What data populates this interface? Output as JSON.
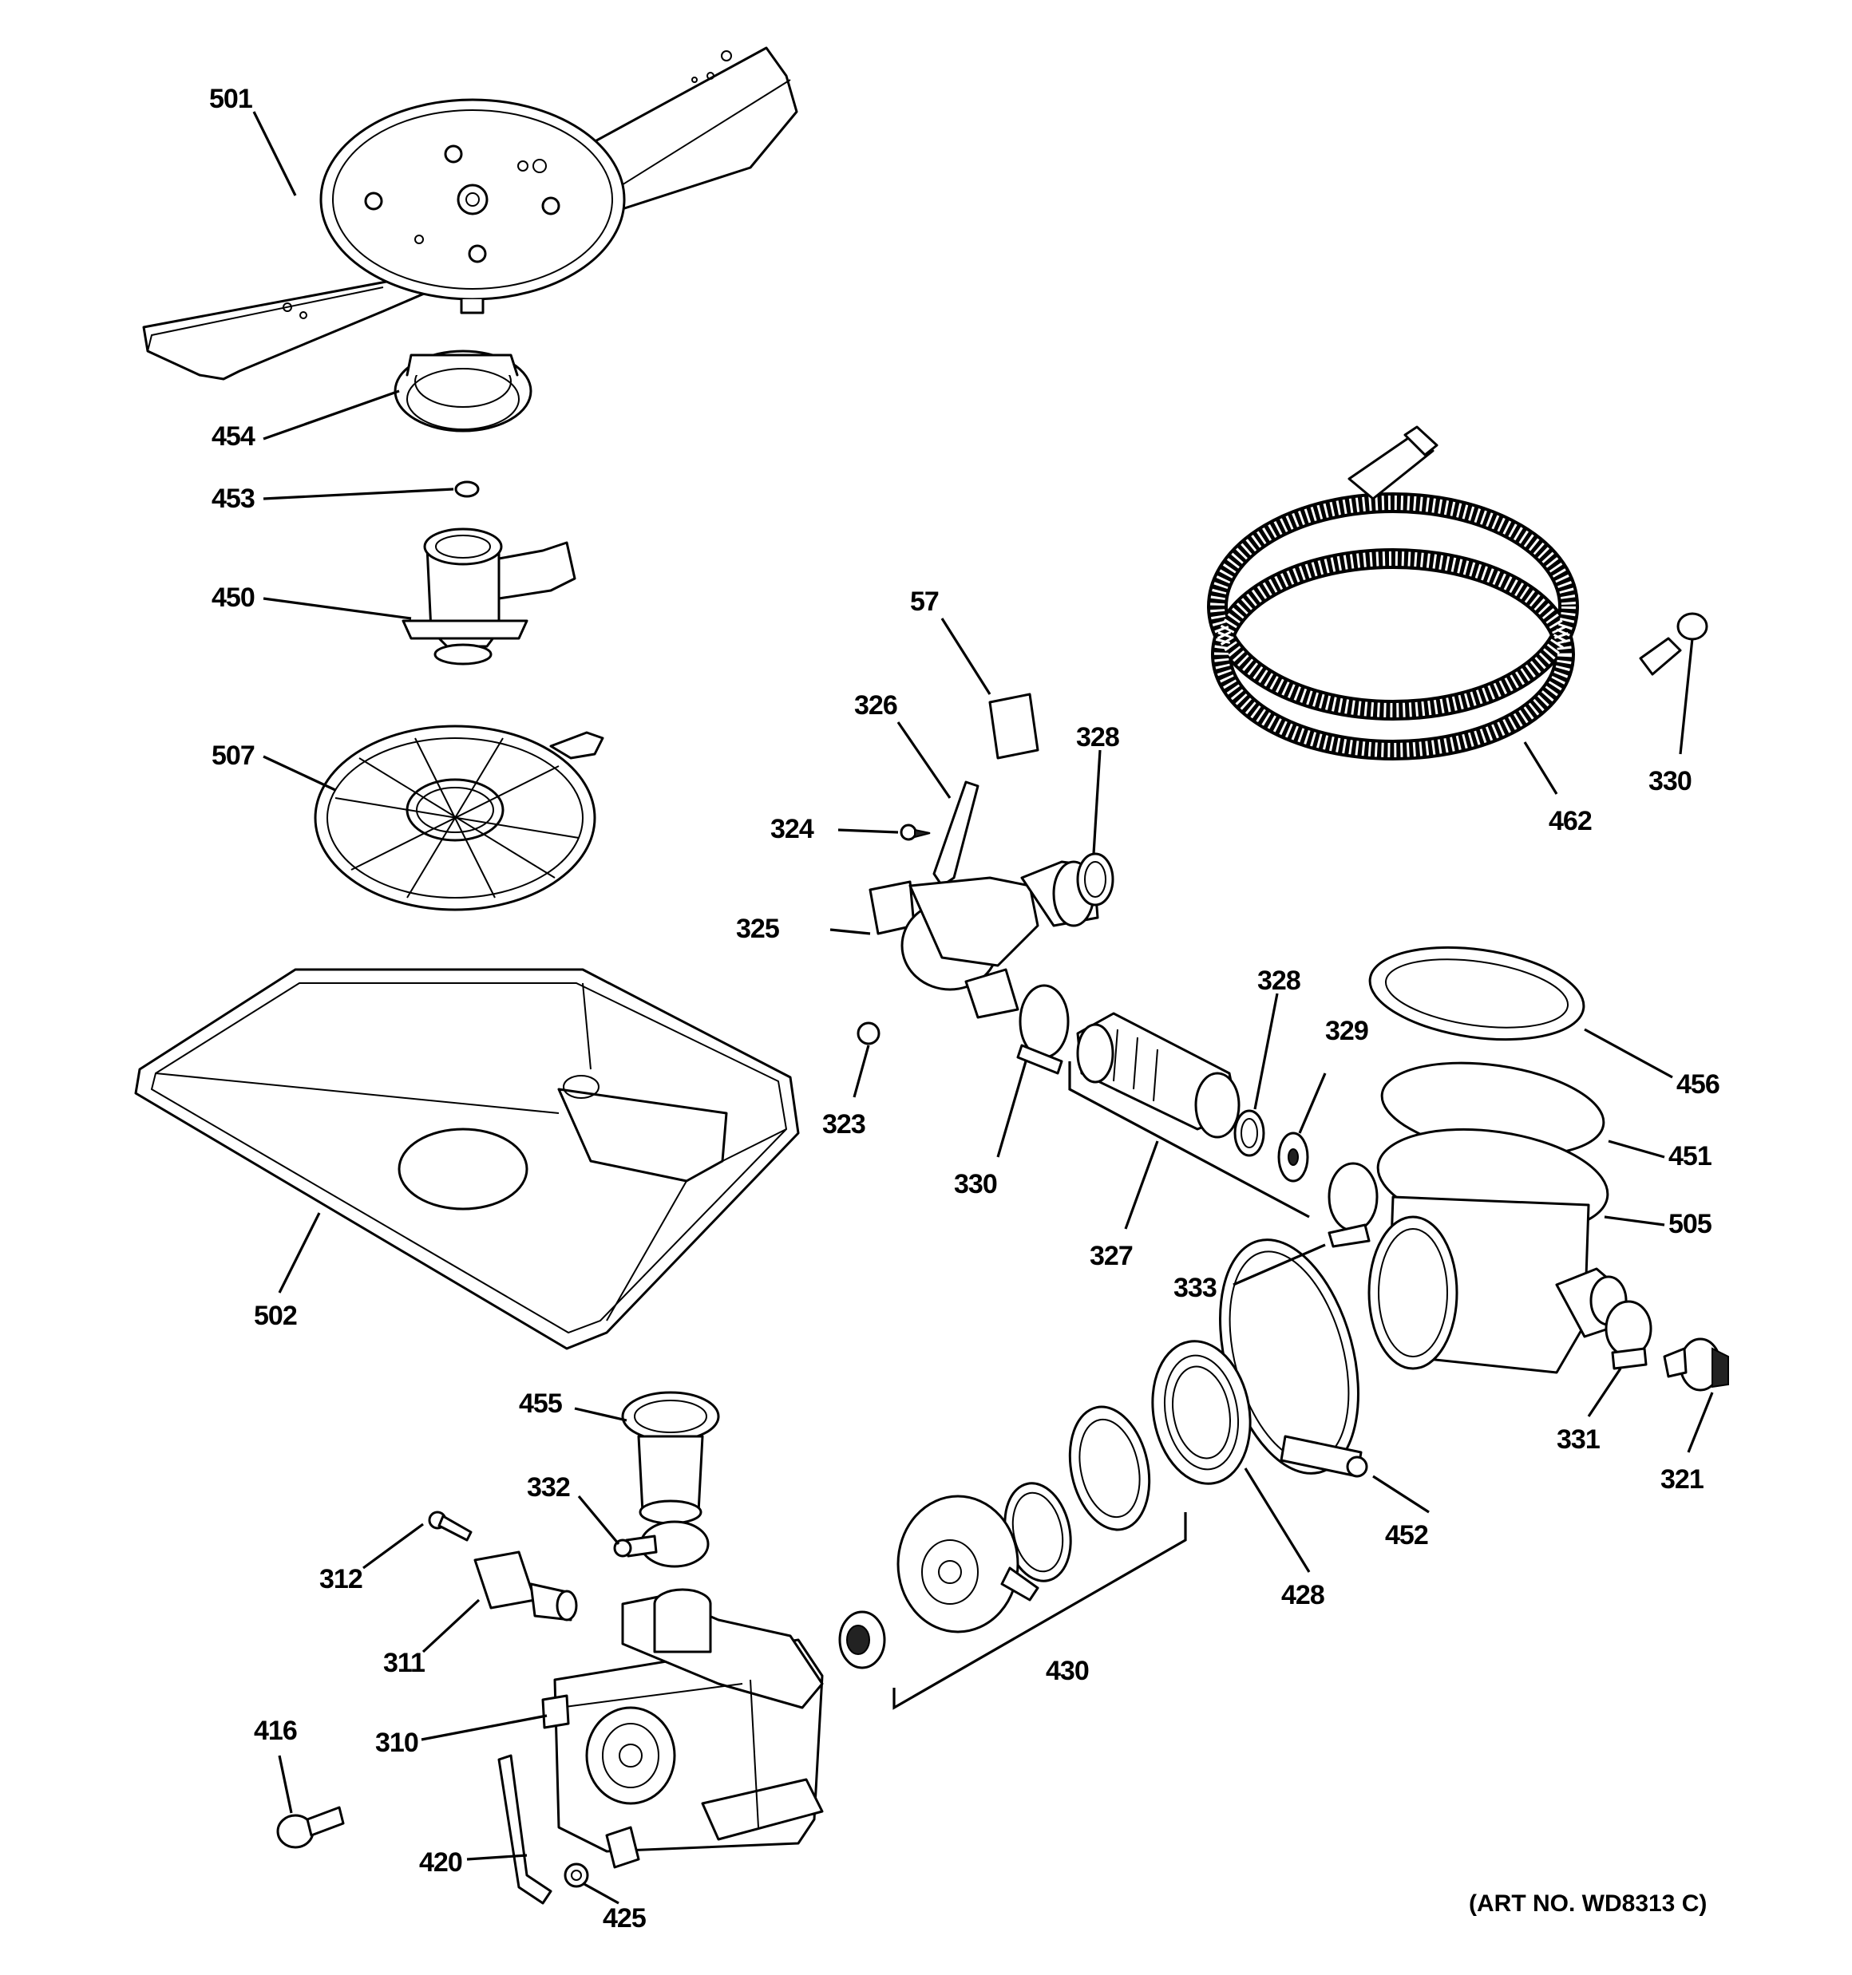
{
  "diagram": {
    "art_number": "(ART NO. WD8313 C)",
    "callouts": [
      {
        "id": "501",
        "label": "501"
      },
      {
        "id": "454",
        "label": "454"
      },
      {
        "id": "453",
        "label": "453"
      },
      {
        "id": "450",
        "label": "450"
      },
      {
        "id": "507",
        "label": "507"
      },
      {
        "id": "502",
        "label": "502"
      },
      {
        "id": "57",
        "label": "57"
      },
      {
        "id": "326",
        "label": "326"
      },
      {
        "id": "328a",
        "label": "328"
      },
      {
        "id": "324",
        "label": "324"
      },
      {
        "id": "325",
        "label": "325"
      },
      {
        "id": "323",
        "label": "323"
      },
      {
        "id": "330a",
        "label": "330"
      },
      {
        "id": "327",
        "label": "327"
      },
      {
        "id": "328b",
        "label": "328"
      },
      {
        "id": "329",
        "label": "329"
      },
      {
        "id": "462",
        "label": "462"
      },
      {
        "id": "330b",
        "label": "330"
      },
      {
        "id": "456",
        "label": "456"
      },
      {
        "id": "451",
        "label": "451"
      },
      {
        "id": "505",
        "label": "505"
      },
      {
        "id": "333",
        "label": "333"
      },
      {
        "id": "331",
        "label": "331"
      },
      {
        "id": "321",
        "label": "321"
      },
      {
        "id": "452",
        "label": "452"
      },
      {
        "id": "428",
        "label": "428"
      },
      {
        "id": "430",
        "label": "430"
      },
      {
        "id": "455",
        "label": "455"
      },
      {
        "id": "332",
        "label": "332"
      },
      {
        "id": "312",
        "label": "312"
      },
      {
        "id": "311",
        "label": "311"
      },
      {
        "id": "310",
        "label": "310"
      },
      {
        "id": "416",
        "label": "416"
      },
      {
        "id": "420",
        "label": "420"
      },
      {
        "id": "425",
        "label": "425"
      }
    ]
  }
}
